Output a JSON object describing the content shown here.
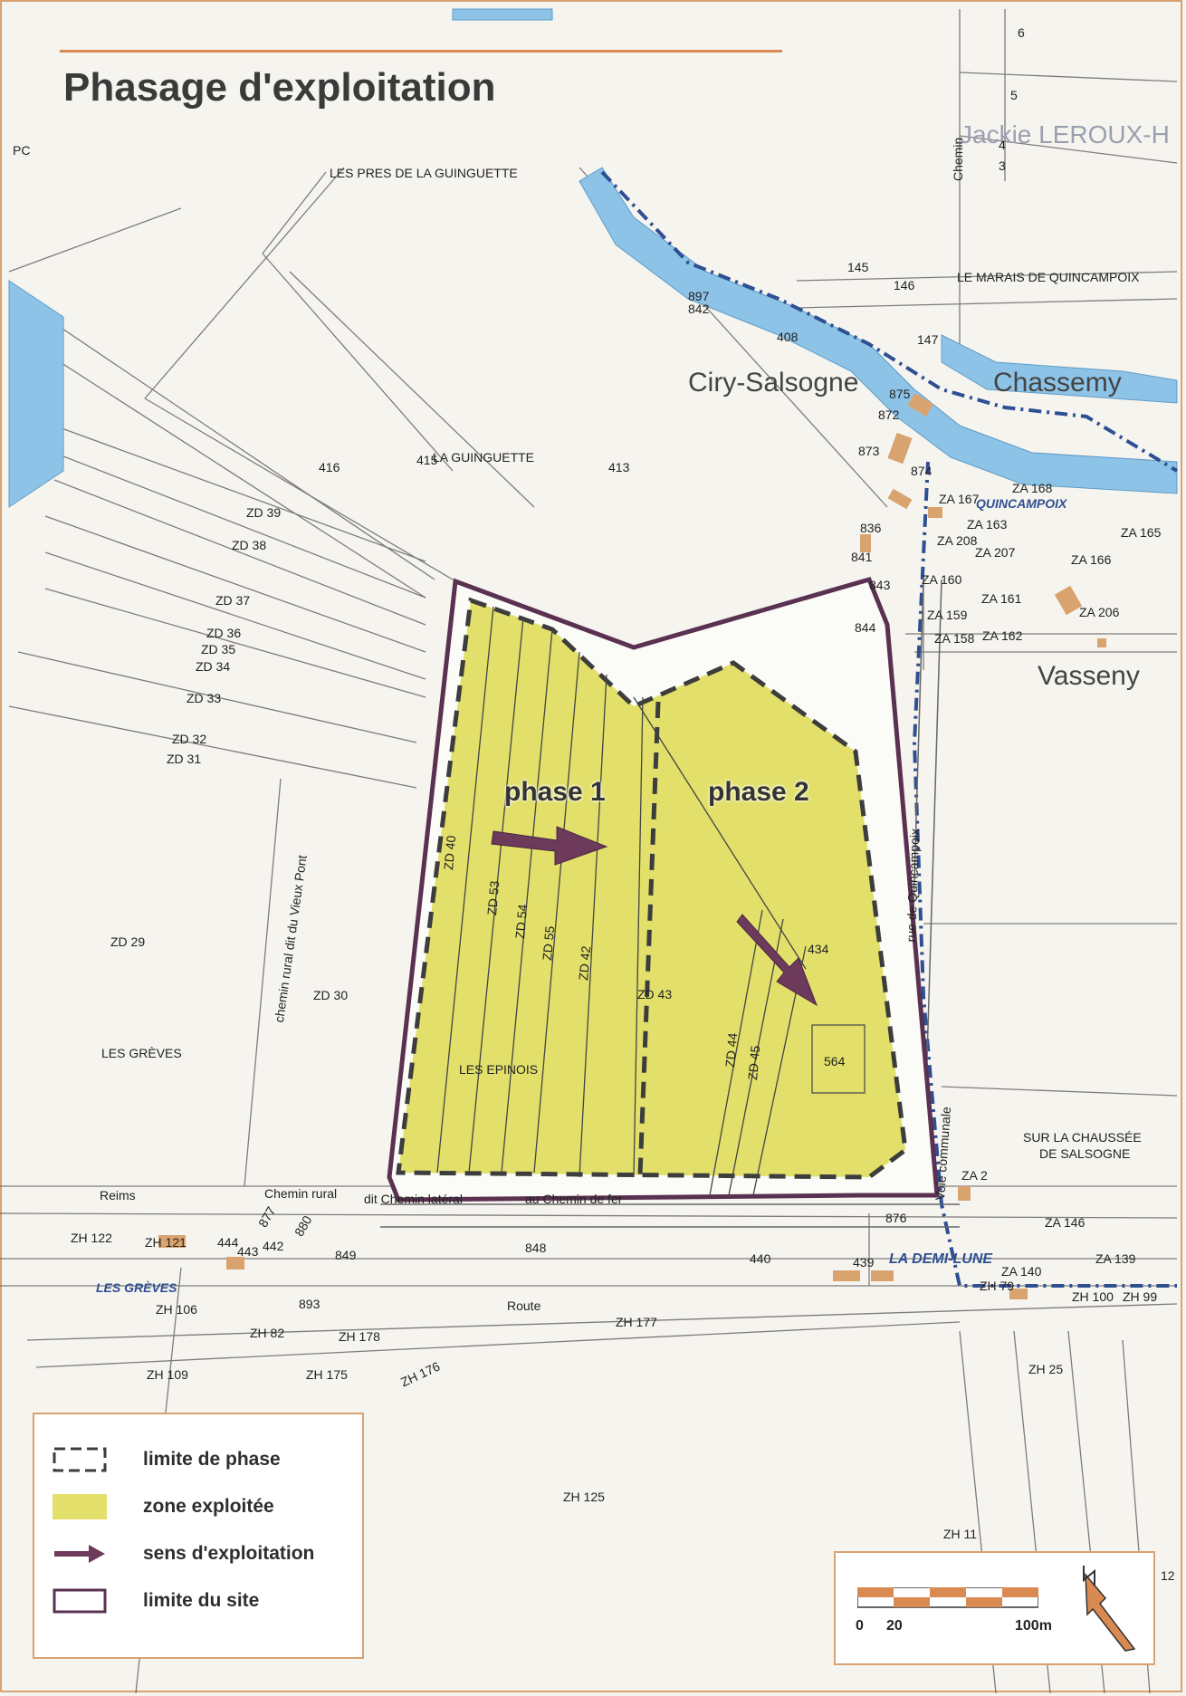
{
  "title": "Phasage d'exploitation",
  "stamp": {
    "name": "Jackie LEROUX-H"
  },
  "places": {
    "lieu_pres": "LES PRES DE LA GUINGUETTE",
    "lieu_guinguette": "LA GUINGUETTE",
    "lieu_marais": "LE MARAIS DE QUINCAMPOIX",
    "lieu_quincampoix": "QUINCAMPOIX",
    "lieu_epinois": "LES EPINOIS",
    "lieu_greves_w": "LES GRÈVES",
    "lieu_greves_s": "LES GRÈVES",
    "lieu_chaussee1": "SUR LA CHAUSSÉE",
    "lieu_chaussee2": "DE SALSOGNE",
    "lieu_demilune": "LA DEMI-LUNE",
    "town_ciry": "Ciry-Salsogne",
    "town_chassemy": "Chassemy",
    "town_vasseny": "Vasseny",
    "road_chemin_rural": "Chemin rural",
    "road_chemin_lateral": "dit Chemin latéral",
    "road_chemin_fer": "au Chemin de fer",
    "road_reims": "Reims",
    "road_route": "Route",
    "road_vieux_pont": "chemin rural dit du Vieux Pont",
    "road_rue_quincampoix": "rue de Quincampoix",
    "road_voie_communale": "Voie communale",
    "road_chemin": "Chemin",
    "road_pc": "PC"
  },
  "parcels": {
    "p416": "416",
    "p415": "415",
    "p413": "413",
    "p897": "897",
    "p842": "842",
    "p408": "408",
    "p145": "145",
    "p146": "146",
    "p147": "147",
    "p875": "875",
    "p872": "872",
    "p873": "873",
    "p874": "874",
    "p836": "836",
    "p841": "841",
    "p843": "843",
    "p844": "844",
    "p6": "6",
    "p5": "5",
    "p4": "4",
    "p3": "3",
    "za167": "ZA 167",
    "za168": "ZA 168",
    "za163": "ZA 163",
    "za165": "ZA 165",
    "za208": "ZA 208",
    "za207": "ZA 207",
    "za166": "ZA 166",
    "za160": "ZA 160",
    "za161": "ZA 161",
    "za206": "ZA 206",
    "za159": "ZA 159",
    "za158": "ZA 158",
    "za162": "ZA 162",
    "zd39": "ZD 39",
    "zd38": "ZD 38",
    "zd37": "ZD 37",
    "zd36": "ZD 36",
    "zd35": "ZD 35",
    "zd34": "ZD 34",
    "zd33": "ZD 33",
    "zd32": "ZD 32",
    "zd31": "ZD 31",
    "zd29": "ZD 29",
    "zd30": "ZD 30",
    "zd40": "ZD 40",
    "zd53": "ZD 53",
    "zd54": "ZD 54",
    "zd55": "ZD 55",
    "zd42": "ZD 42",
    "zd43": "ZD 43",
    "zd44": "ZD 44",
    "zd45": "ZD 45",
    "p434": "434",
    "p564": "564",
    "za2": "ZA 2",
    "za146": "ZA 146",
    "p876": "876",
    "zh122": "ZH 122",
    "zh121": "ZH 121",
    "p444": "444",
    "p443": "443",
    "p442": "442",
    "p877": "877",
    "p880": "880",
    "p849": "849",
    "p848": "848",
    "p440": "440",
    "p439": "439",
    "za140": "ZA 140",
    "za139": "ZA 139",
    "zh79": "ZH 79",
    "zh100": "ZH 100",
    "zh99": "ZH 99",
    "zh106": "ZH 106",
    "p893": "893",
    "zh177": "ZH 177",
    "zh82": "ZH 82",
    "zh178": "ZH 178",
    "zh109": "ZH 109",
    "zh175": "ZH 175",
    "zh176": "ZH 176",
    "zh25": "ZH 25",
    "zh125": "ZH 125",
    "zh11": "ZH 11",
    "p12": "12"
  },
  "phases": {
    "phase1": "phase 1",
    "phase2": "phase 2"
  },
  "legend": {
    "limite_phase": "limite de phase",
    "zone_exploitee": "zone exploitée",
    "sens": "sens d'exploitation",
    "limite_site": "limite du site"
  },
  "scale": {
    "zero": "0",
    "twenty": "20",
    "hundred": "100m"
  },
  "colors": {
    "zone": "#e2e06a",
    "water": "#8dc3e6",
    "site_outline": "#5a3150",
    "arrow": "#6d3a5c",
    "building": "#d9a36f",
    "frame": "#d9a273",
    "boundary": "#2f4f93"
  }
}
